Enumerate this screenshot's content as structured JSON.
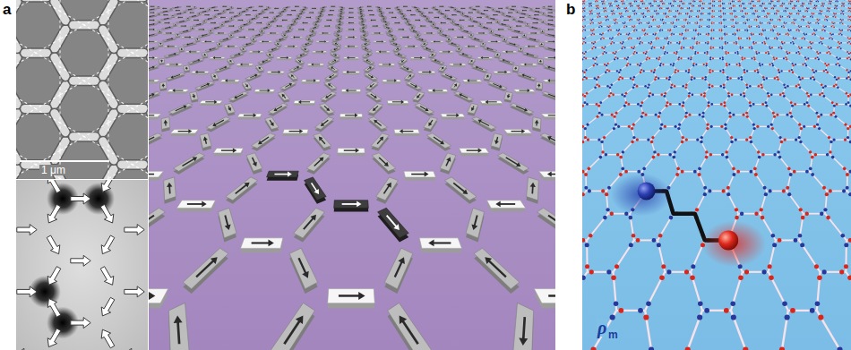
{
  "diagram": {
    "labels": [
      "a",
      "1 μm",
      "b",
      "ρ",
      "m"
    ]
  }
}
